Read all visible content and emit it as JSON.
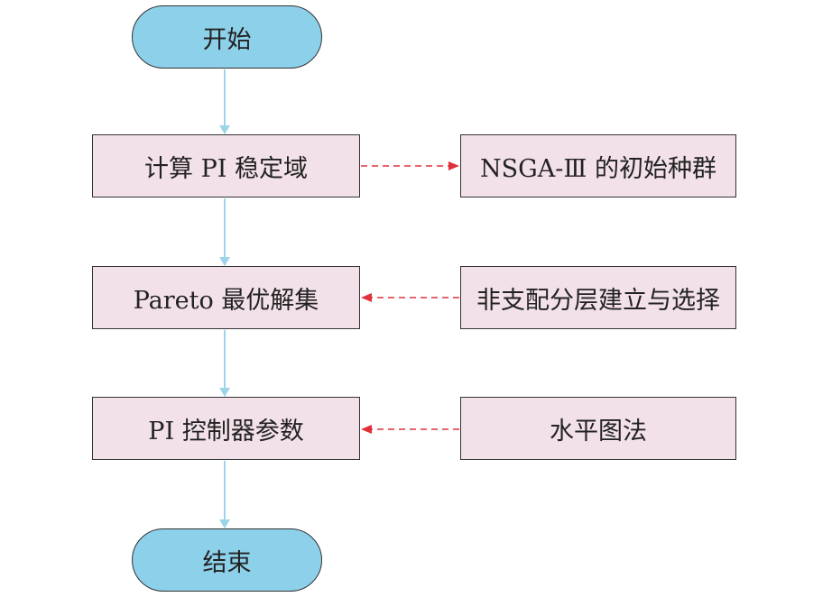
{
  "nodes": {
    "start": "开始",
    "pi_stability": "计算 PI 稳定域",
    "pareto": "Pareto 最优解集",
    "controller": "PI 控制器参数",
    "end": "结束",
    "nsga_init": "NSGA-Ⅲ 的初始种群",
    "nondominated": "非支配分层建立与选择",
    "horizontal": "水平图法"
  },
  "colors": {
    "terminal_fill": "#8dd0ea",
    "process_fill": "#f3e1ea",
    "border": "#333333",
    "main_arrow": "#9dd4ea",
    "side_arrow": "#e0303a"
  },
  "edges": [
    {
      "from": "start",
      "to": "pi_stability",
      "style": "solid"
    },
    {
      "from": "pi_stability",
      "to": "pareto",
      "style": "solid"
    },
    {
      "from": "pareto",
      "to": "controller",
      "style": "solid"
    },
    {
      "from": "controller",
      "to": "end",
      "style": "solid"
    },
    {
      "from": "pi_stability",
      "to": "nsga_init",
      "style": "dashed"
    },
    {
      "from": "nondominated",
      "to": "pareto",
      "style": "dashed"
    },
    {
      "from": "horizontal",
      "to": "controller",
      "style": "dashed"
    }
  ]
}
